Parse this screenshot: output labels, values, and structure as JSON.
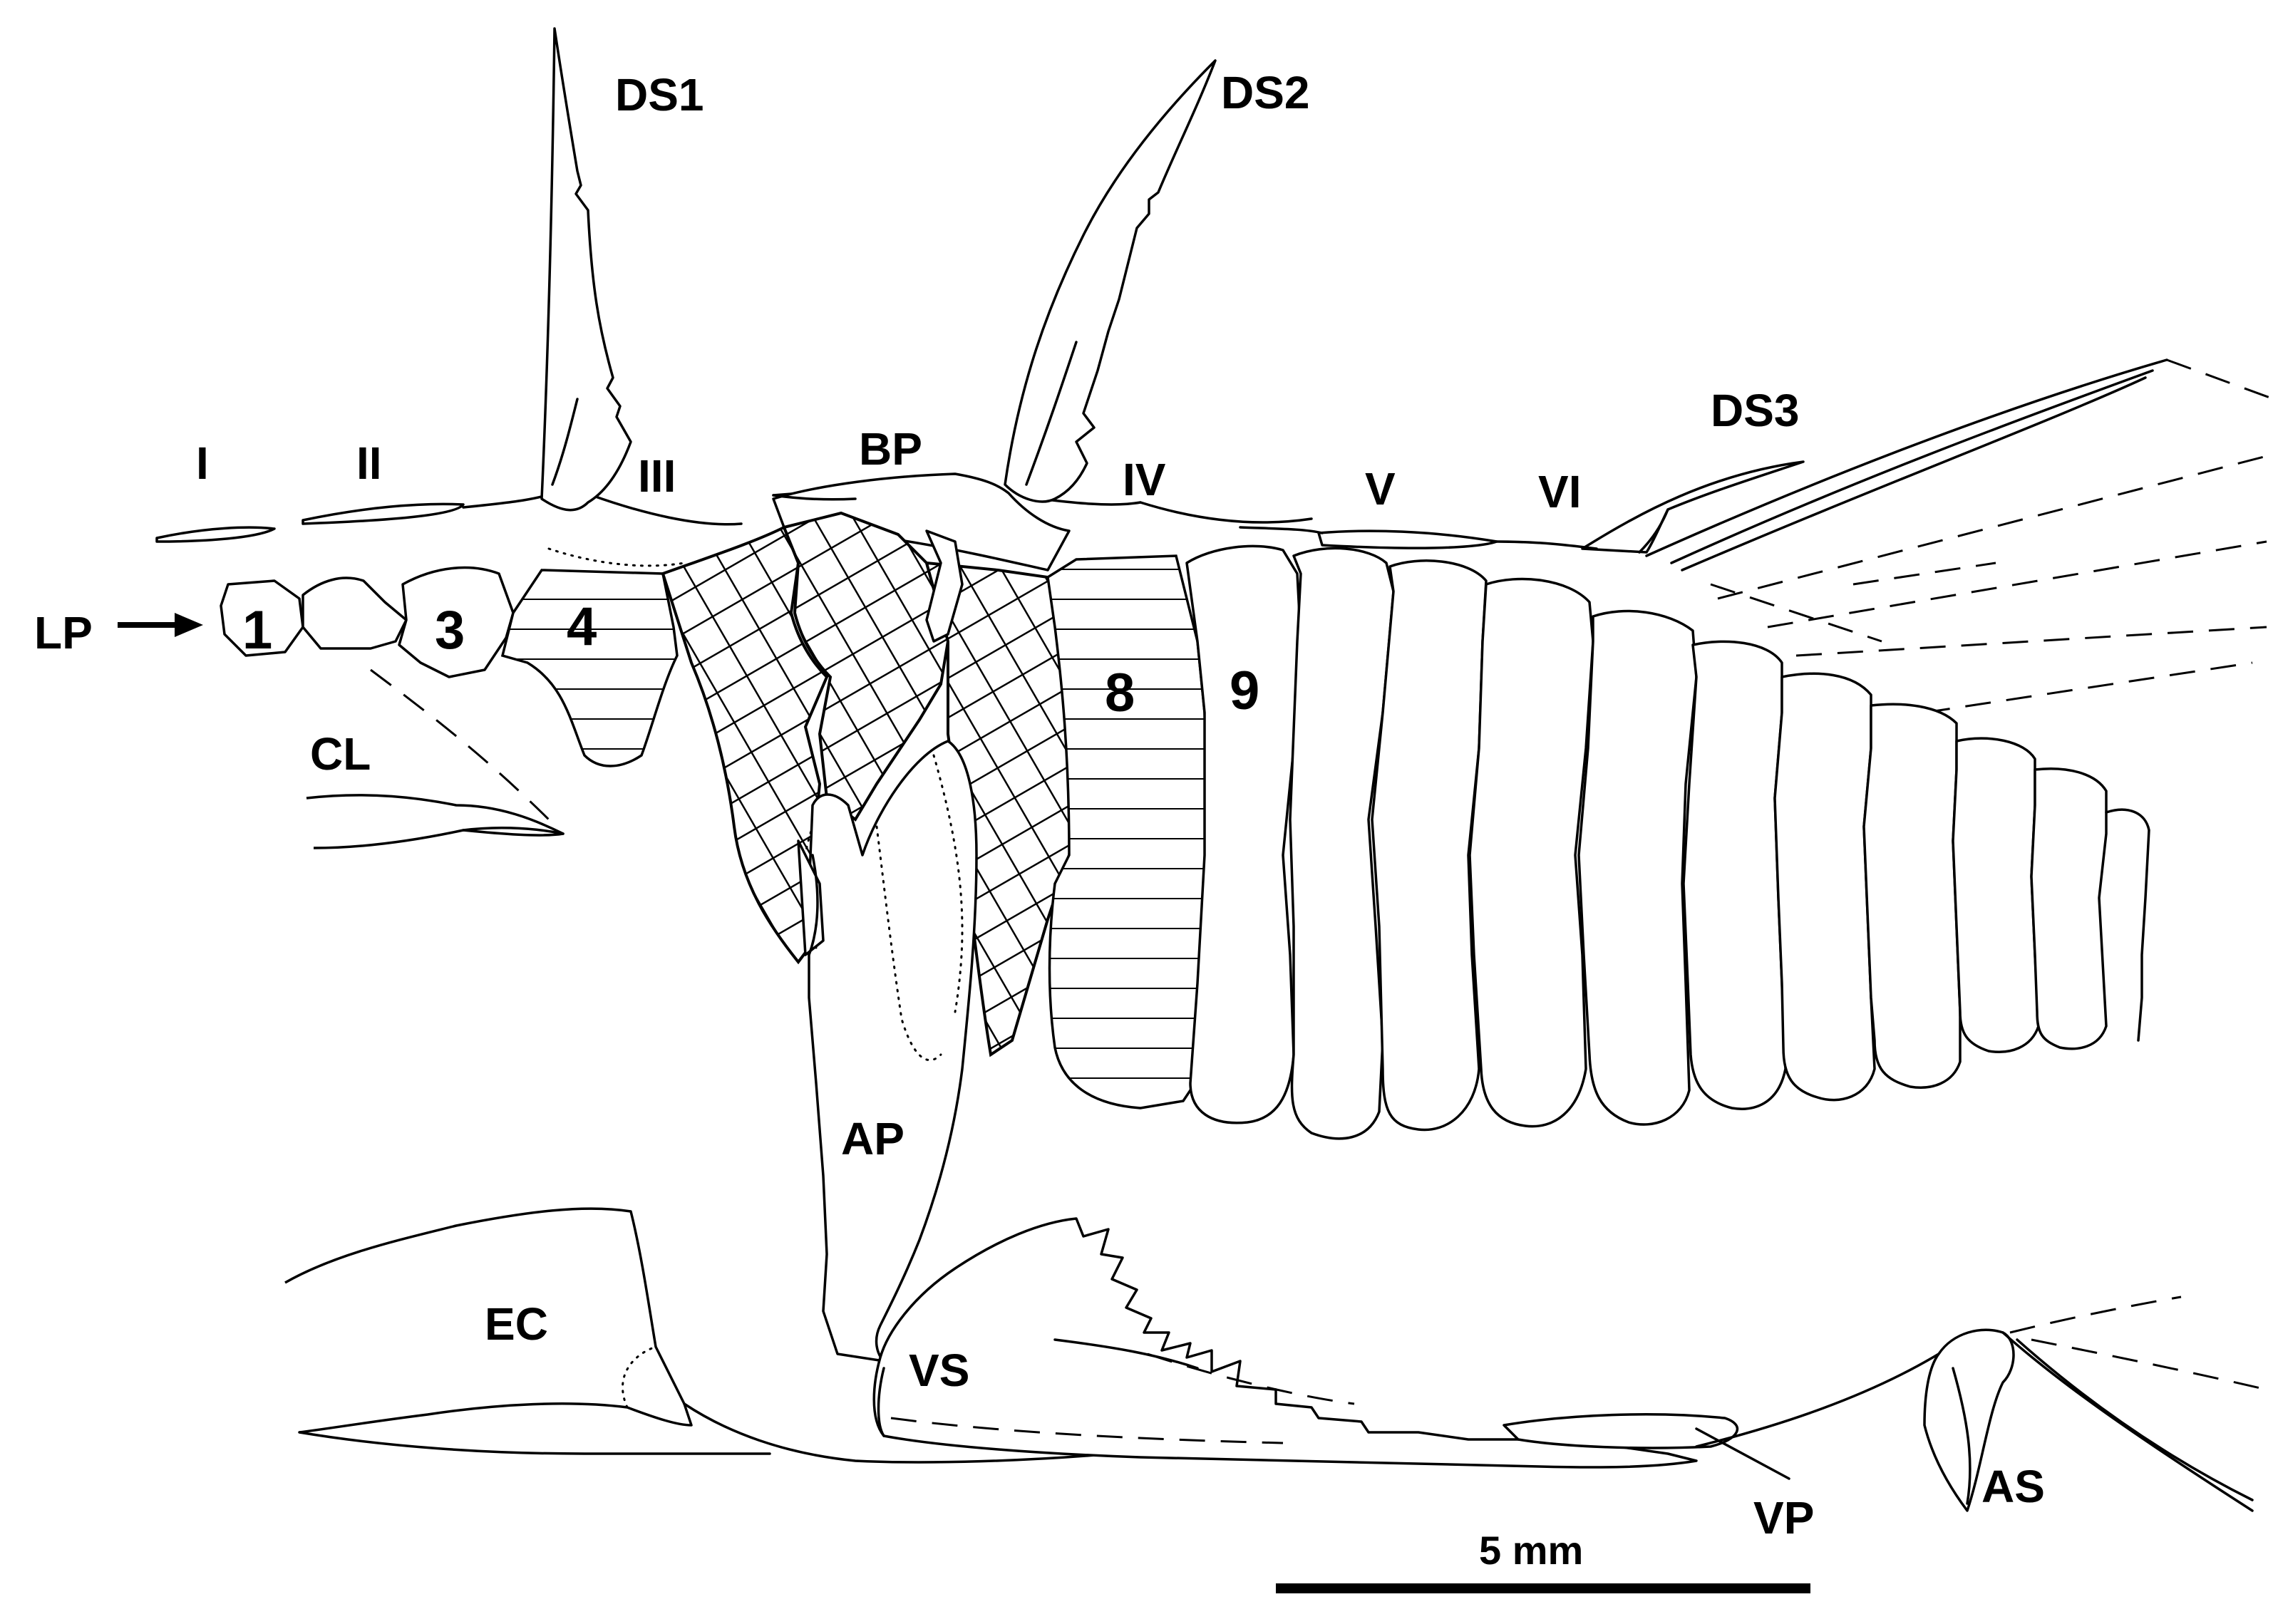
{
  "figure": {
    "labels": {
      "ds1": "DS1",
      "ds2": "DS2",
      "ds3": "DS3",
      "r1": "I",
      "r2": "II",
      "r3": "III",
      "bp": "BP",
      "r4": "IV",
      "r5": "V",
      "r6": "VI",
      "lp": "LP",
      "cl": "CL",
      "ap": "AP",
      "ec": "EC",
      "vs": "VS",
      "vp": "VP",
      "as": "AS"
    },
    "plate_numbers": {
      "n1": "1",
      "n3": "3",
      "n4": "4",
      "n8": "8",
      "n9": "9"
    },
    "scale_bar": {
      "label": "5 mm"
    }
  }
}
